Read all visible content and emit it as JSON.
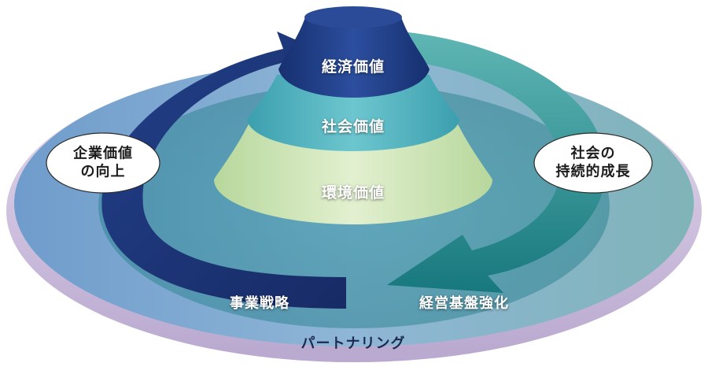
{
  "diagram": {
    "tiers": {
      "top": "経済価値",
      "middle": "社会価値",
      "bottom": "環境価値"
    },
    "callouts": {
      "left": {
        "line1": "企業価値",
        "line2": "の向上"
      },
      "right": {
        "line1": "社会の",
        "line2": "持続的成長"
      }
    },
    "ring_labels": {
      "left": "事業戦略",
      "right": "経営基盤強化"
    },
    "base_label": "パートナリング",
    "colors": {
      "tier_top": "#1f3a85",
      "tier_middle": "#4fb3bf",
      "tier_bottom": "#cde5b4",
      "arrow_left": "#1b3477",
      "arrow_right": "#1f8a8c",
      "base_disc": "#7ea6cf",
      "base_rim": "#d7c9e6"
    }
  }
}
